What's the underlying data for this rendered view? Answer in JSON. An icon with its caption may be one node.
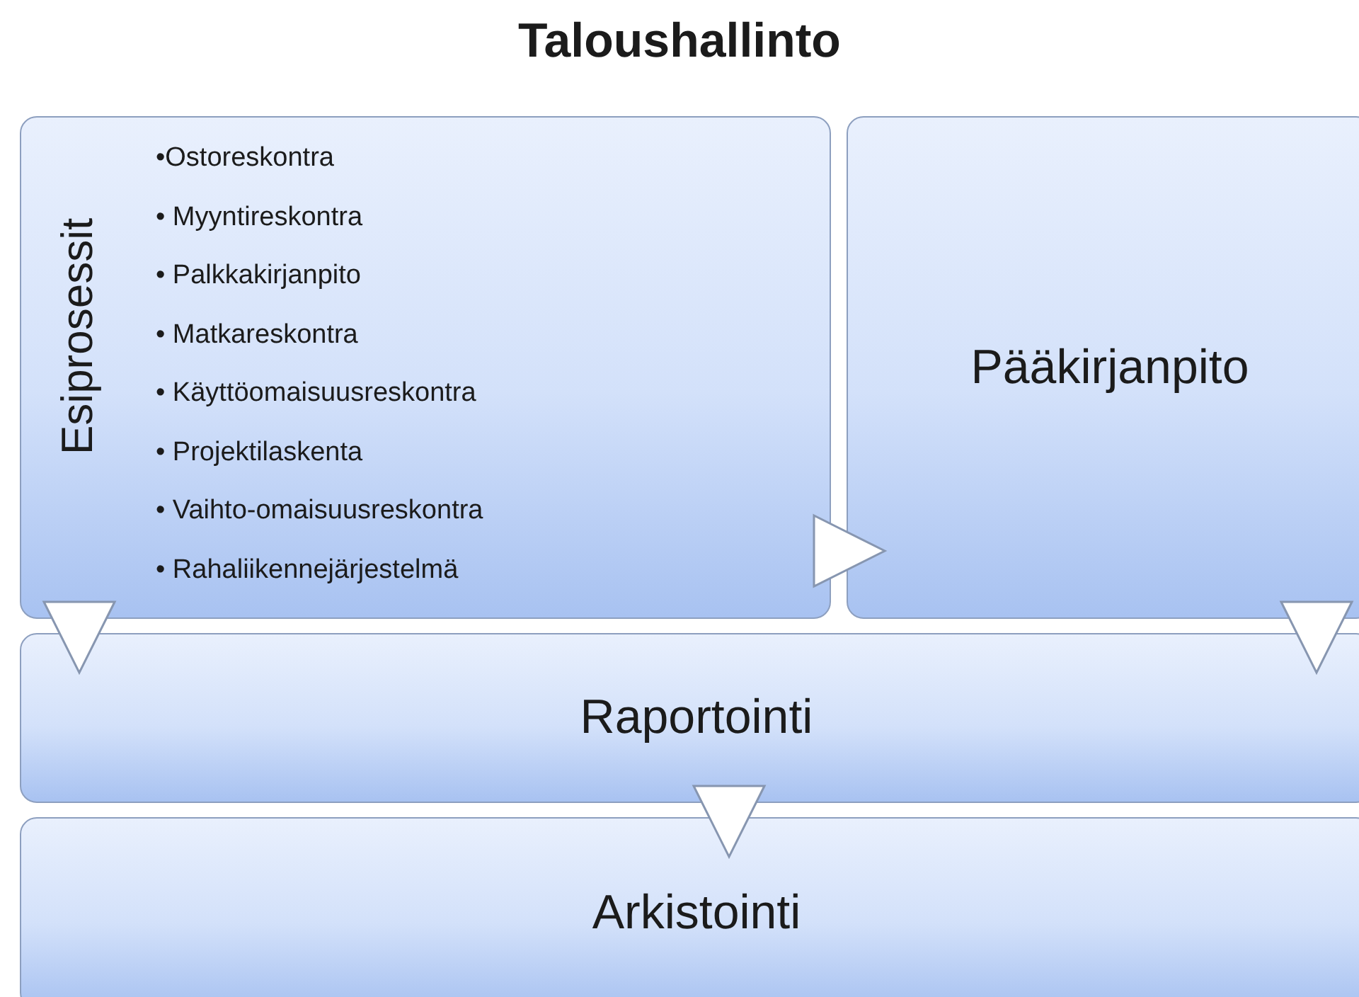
{
  "diagram": {
    "title": "Taloushallinto",
    "nodes": [
      {
        "text": [
          "Esiprosessit",
          "•Ostoreskontra",
          "• Myyntireskontra",
          "• Palkkakirjanpito",
          "• Matkareskontra",
          "• Käyttöomaisuusreskontra",
          "• Projektilaskenta",
          "• Vaihto-omaisuusreskontra",
          "• Rahaliikennejärjestelmä"
        ]
      },
      {
        "text": [
          "Pääkirjanpito"
        ]
      },
      {
        "text": [
          "Raportointi"
        ]
      },
      {
        "text": [
          "Arkistointi"
        ]
      }
    ],
    "edges": [
      {
        "from": 0,
        "to": 1,
        "arrow": "to"
      },
      {
        "from": 0,
        "to": 2,
        "arrow": "to"
      },
      {
        "from": 1,
        "to": 2,
        "arrow": "to"
      },
      {
        "from": 2,
        "to": 3,
        "arrow": "to"
      }
    ]
  }
}
